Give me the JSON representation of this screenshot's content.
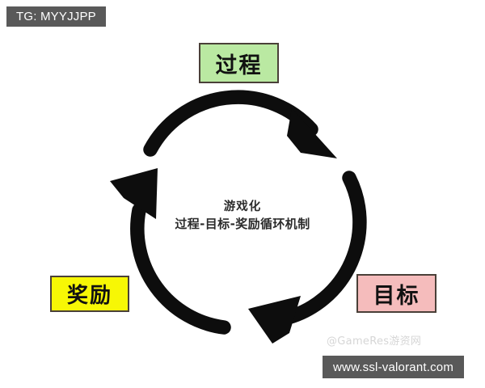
{
  "diagram": {
    "title_caption": {
      "line1": "游戏化",
      "line2": "过程-目标-奖励循环机制"
    },
    "nodes": [
      {
        "id": "process",
        "label": "过程",
        "fill": "#bae9a2",
        "border": "#4a4038",
        "position": "top"
      },
      {
        "id": "goal",
        "label": "目标",
        "fill": "#f5bcbc",
        "border": "#4a4038",
        "position": "bottom-right"
      },
      {
        "id": "reward",
        "label": "奖励",
        "fill": "#f7f705",
        "border": "#4a4038",
        "position": "bottom-left"
      }
    ],
    "arrows": [
      {
        "id": "process-to-goal",
        "direction": "clockwise",
        "segment": "top",
        "color": "#0d0d0d"
      },
      {
        "id": "goal-to-reward",
        "direction": "clockwise",
        "segment": "right-bottom",
        "color": "#0d0d0d"
      },
      {
        "id": "reward-to-process",
        "direction": "clockwise",
        "segment": "left",
        "color": "#0d0d0d"
      }
    ],
    "background": "#ffffff"
  },
  "watermarks": {
    "top_left": {
      "text": "TG: MYYJJPP",
      "background": "#595959",
      "color": "#ffffff"
    },
    "bottom_right": {
      "text": "www.ssl-valorant.com",
      "background": "#595959",
      "color": "#ffffff"
    },
    "faint": {
      "text": "@GameRes游资网",
      "color": "#d6d6d6"
    }
  }
}
